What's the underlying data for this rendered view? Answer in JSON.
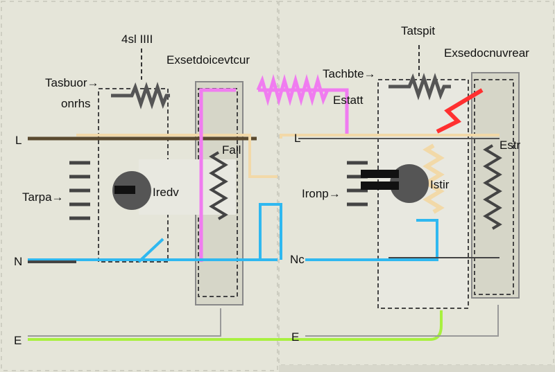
{
  "left_panel": {
    "labels": {
      "top_resistor": "4sl IIII",
      "box_title": "Exsetdoicevtcur",
      "source": "Tasbuor→",
      "source_sub": "onrhs",
      "line": "L",
      "transformer": "Tarpa→",
      "neutral": "N",
      "earth": "E",
      "coil": "Fall",
      "motor": "Iredv"
    }
  },
  "right_panel": {
    "labels": {
      "top_resistor": "Tatspit",
      "box_title": "Exsedocnuvrear",
      "source": "Tachbte→",
      "source_sub": "Estatt",
      "line": "L",
      "transformer": "Ironp→",
      "neutral": "Nc",
      "earth": "E",
      "coil": "Estr",
      "motor": "Istir"
    }
  },
  "colors": {
    "background": "#e5e5d9",
    "live": "#5a4a30",
    "phase_tan": "#f2d9a8",
    "coil_pink": "#f07cf0",
    "neutral_blue": "#2fb8f0",
    "earth_green": "#a8f040",
    "heater_red": "#ff3030"
  }
}
